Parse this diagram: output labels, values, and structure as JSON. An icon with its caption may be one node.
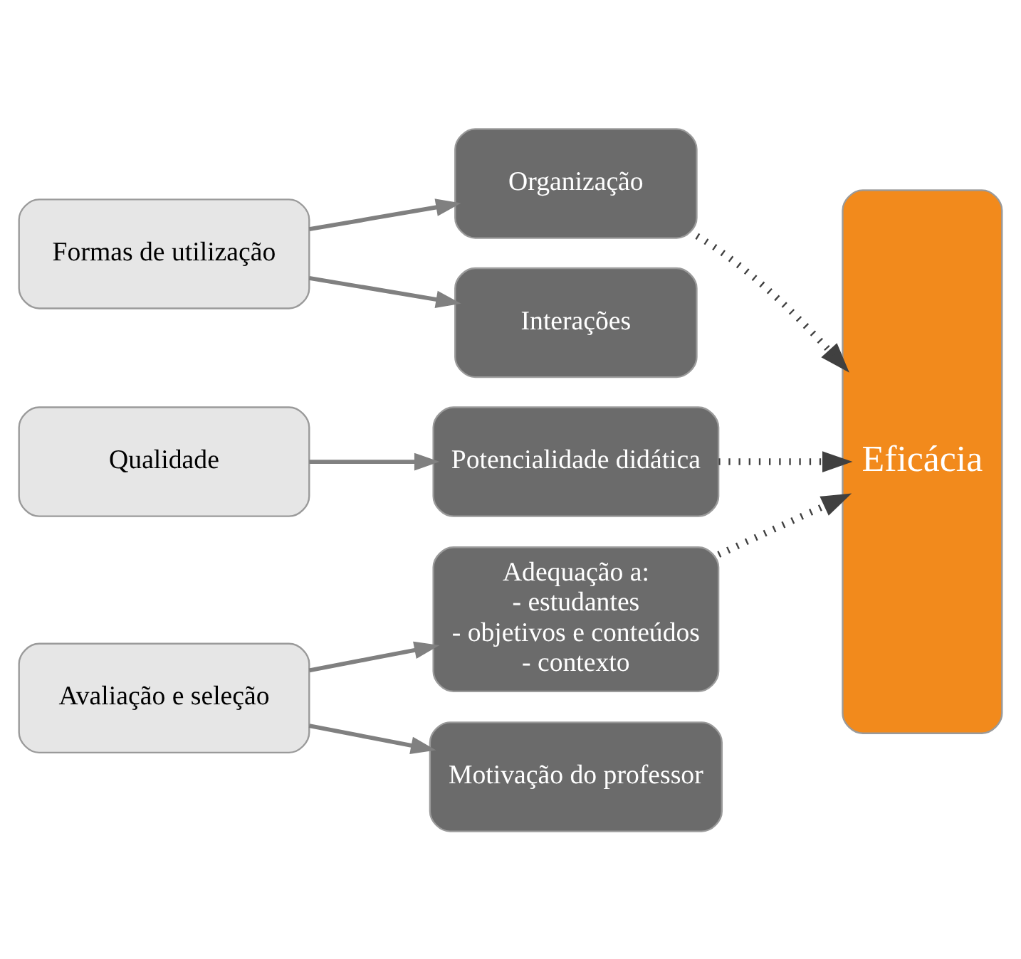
{
  "diagram": {
    "nodes": [
      {
        "text": [
          "Formas de utilização"
        ]
      },
      {
        "text": [
          "Organização"
        ]
      },
      {
        "text": [
          "Interações"
        ]
      },
      {
        "text": [
          "Qualidade"
        ]
      },
      {
        "text": [
          "Potencialidade didática"
        ]
      },
      {
        "text": [
          "Avaliação e seleção"
        ]
      },
      {
        "text": [
          "Adequação a:",
          "- estudantes",
          "- objetivos e conteúdos",
          "- contexto"
        ]
      },
      {
        "text": [
          "Motivação do professor"
        ]
      },
      {
        "text": [
          "Eficácia"
        ]
      }
    ],
    "edges": [
      {
        "from": 0,
        "to": 1,
        "arrow": "to"
      },
      {
        "from": 0,
        "to": 2,
        "arrow": "to"
      },
      {
        "from": 3,
        "to": 4,
        "arrow": "to"
      },
      {
        "from": 5,
        "to": 6,
        "arrow": "to"
      },
      {
        "from": 5,
        "to": 7,
        "arrow": "to"
      },
      {
        "from": 1,
        "to": 8,
        "arrow": "to",
        "style": "dashed",
        "color": "#404040"
      },
      {
        "from": 4,
        "to": 8,
        "arrow": "to",
        "style": "dashed",
        "color": "#404040"
      },
      {
        "from": 6,
        "to": 8,
        "arrow": "to",
        "style": "dashed",
        "color": "#404040"
      }
    ]
  }
}
